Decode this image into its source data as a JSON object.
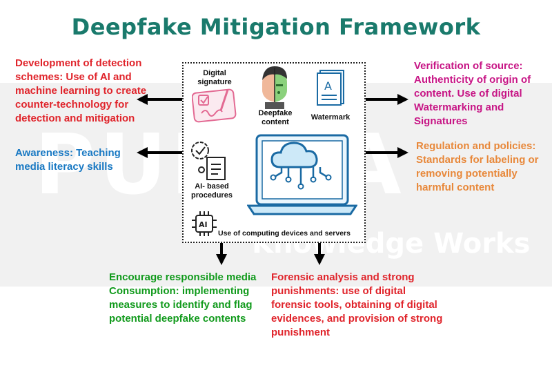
{
  "title": "Deepfake Mitigation Framework",
  "watermark": {
    "main": "PUB/CA",
    "sub": "Knowledge Works"
  },
  "left_top": "Development of detection schemes: Use of AI and machine learning to create counter-technology for detection and mitigation",
  "left_bottom": "Awareness: Teaching media literacy skills",
  "right_top": "Verification of source: Authenticity of origin of content. Use of digital Watermarking and Signatures",
  "right_bottom": "Regulation and policies: Standards for labeling or removing potentially harmful content",
  "bottom_left": "Encourage responsible media Consumption: implementing measures to identify and flag potential deepfake contents",
  "bottom_right": "Forensic analysis and strong punishments: use of digital forensic tools, obtaining of digital evidences, and provision of strong punishment",
  "center": {
    "digital_signature": "Digital signature",
    "deepfake_content": "Deepfake content",
    "watermark": "Watermark",
    "ai_procedures": "AI- based procedures",
    "computing": "Use of computing devices and servers",
    "ai_chip": "AI"
  },
  "colors": {
    "title": "#1a7a6c",
    "red": "#e0242b",
    "blue": "#1979c3",
    "magenta": "#c71585",
    "orange": "#e8883a",
    "green": "#119a1c"
  },
  "icons": [
    "signature-icon",
    "deepfake-face-icon",
    "watermark-document-icon",
    "ai-procedure-icon",
    "cloud-laptop-icon",
    "ai-chip-icon"
  ]
}
